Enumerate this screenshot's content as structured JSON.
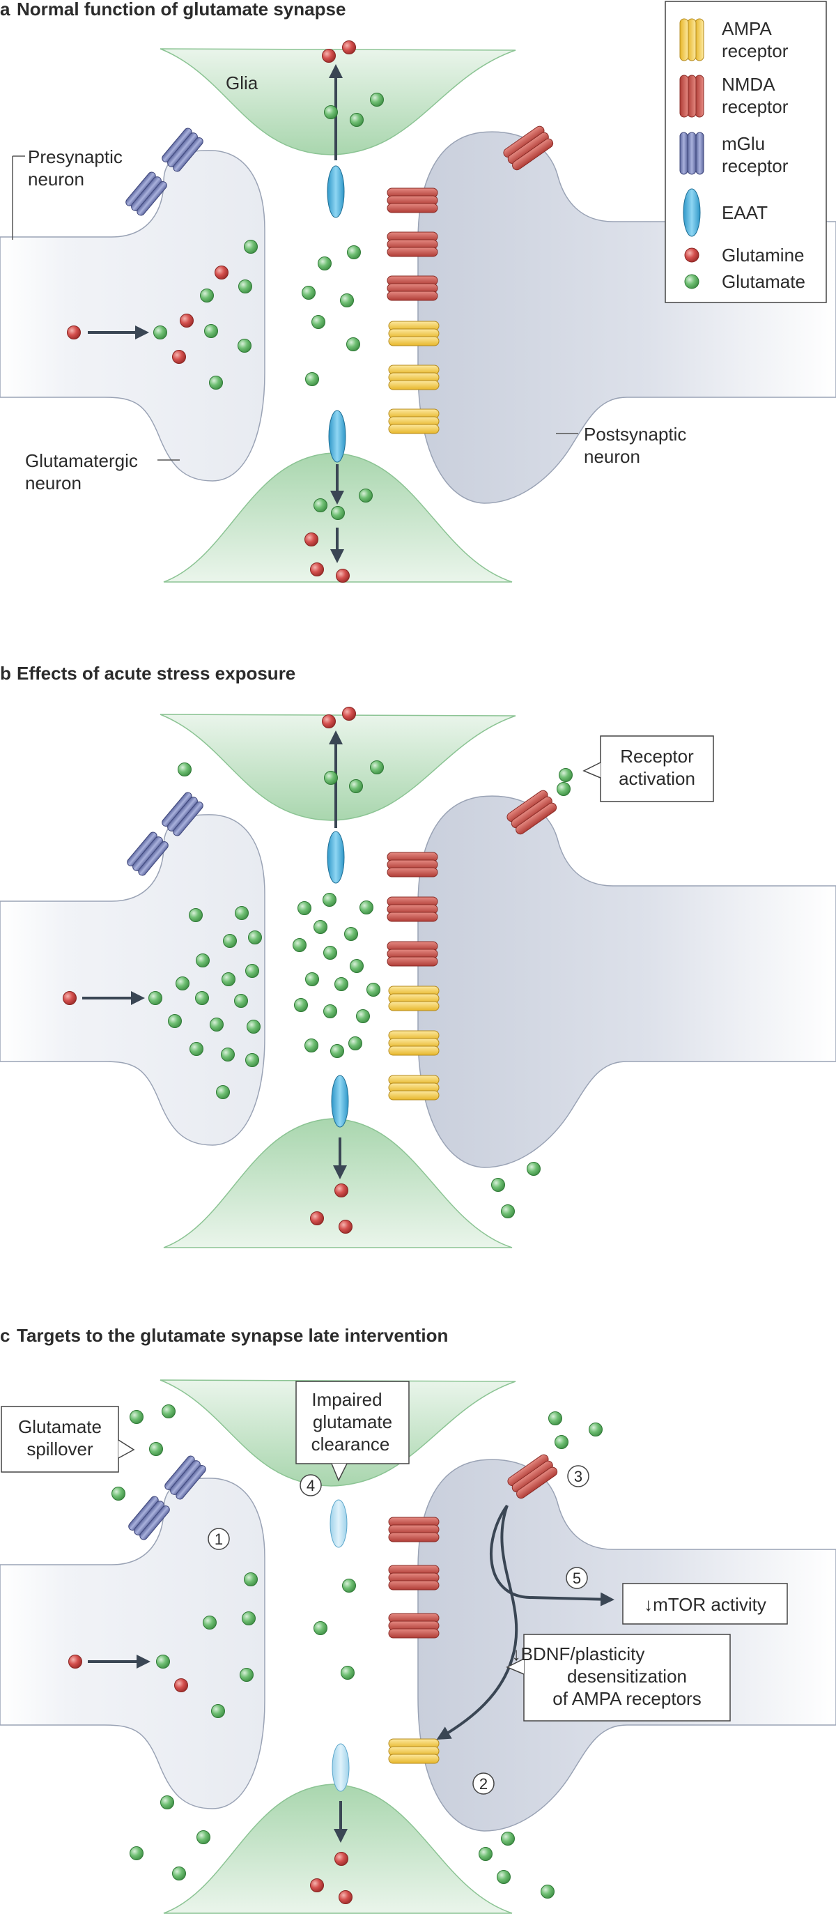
{
  "panels": {
    "a": {
      "letter": "a",
      "title": "Normal function of glutamate synapse"
    },
    "b": {
      "letter": "b",
      "title": "Effects of acute stress exposure"
    },
    "c": {
      "letter": "c",
      "title": "Targets to the glutamate synapse late intervention"
    }
  },
  "labels": {
    "glia": "Glia",
    "presynaptic_1": "Presynaptic",
    "presynaptic_2": "neuron",
    "glutamatergic_1": "Glutamatergic",
    "glutamatergic_2": "neuron",
    "postsynaptic_1": "Postsynaptic",
    "postsynaptic_2": "neuron"
  },
  "legend": {
    "ampa_1": "AMPA",
    "ampa_2": "receptor",
    "nmda_1": "NMDA",
    "nmda_2": "receptor",
    "mglu_1": "mGlu",
    "mglu_2": "receptor",
    "eaat": "EAAT",
    "glutamine": "Glutamine",
    "glutamate": "Glutamate"
  },
  "callouts": {
    "receptor_activation_1": "Receptor",
    "receptor_activation_2": "activation",
    "spillover_1": "Glutamate",
    "spillover_2": "spillover",
    "clearance_1": "Impaired",
    "clearance_2": "glutamate",
    "clearance_3": "clearance",
    "mtor": "↓mTOR activity",
    "bdnf_1": "↓BDNF/plasticity",
    "bdnf_2": "desensitization",
    "bdnf_3": "of AMPA receptors"
  },
  "markers": {
    "m1": "1",
    "m2": "2",
    "m3": "3",
    "m4": "4",
    "m5": "5"
  },
  "colors": {
    "glutamate": "#6fbf73",
    "glutamine": "#d4504e",
    "ampa": "#f5c842",
    "nmda": "#c9554e",
    "mglu": "#7b86be",
    "eaat": "#5ab8e0",
    "glia": "#a8d5ad",
    "neuron": "#e9ecf2",
    "arrow": "#3a4654"
  }
}
